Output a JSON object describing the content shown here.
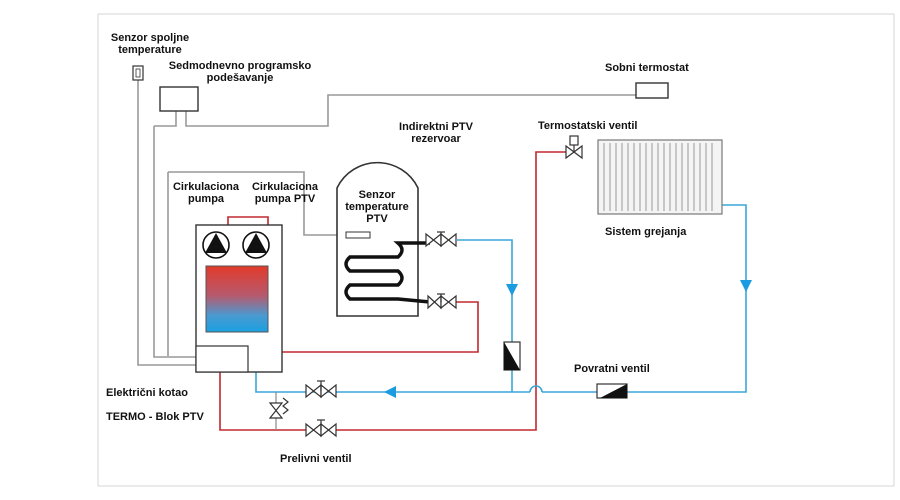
{
  "labels": {
    "outdoor_sensor": [
      "Senzor spoljne",
      "temperature"
    ],
    "weekly_programming": [
      "Sedmodnevno programsko",
      "podešavanje"
    ],
    "room_thermostat": "Sobni termostat",
    "indirect_tank": [
      "Indirektni PTV",
      "rezervoar"
    ],
    "thermostatic_valve": "Termostatski ventil",
    "circ_pump": [
      "Cirkulaciona",
      "pumpa"
    ],
    "circ_pump_dhw": [
      "Cirkulaciona",
      "pumpa PTV"
    ],
    "tank_sensor": [
      "Senzor",
      "temperature",
      "PTV"
    ],
    "heating_system": "Sistem grejanja",
    "return_valve": "Povratni ventil",
    "electric_boiler": "Električni kotao",
    "termo_blok": "TERMO - Blok PTV",
    "overflow_valve": "Prelivni ventil"
  },
  "colors": {
    "frame": "#dddddd",
    "control_wire": "#999999",
    "hot_pipe": "#c0282e",
    "cold_pipe": "#3aa6d8",
    "flow_arrow": "#1b9be0",
    "outline": "#333333"
  }
}
